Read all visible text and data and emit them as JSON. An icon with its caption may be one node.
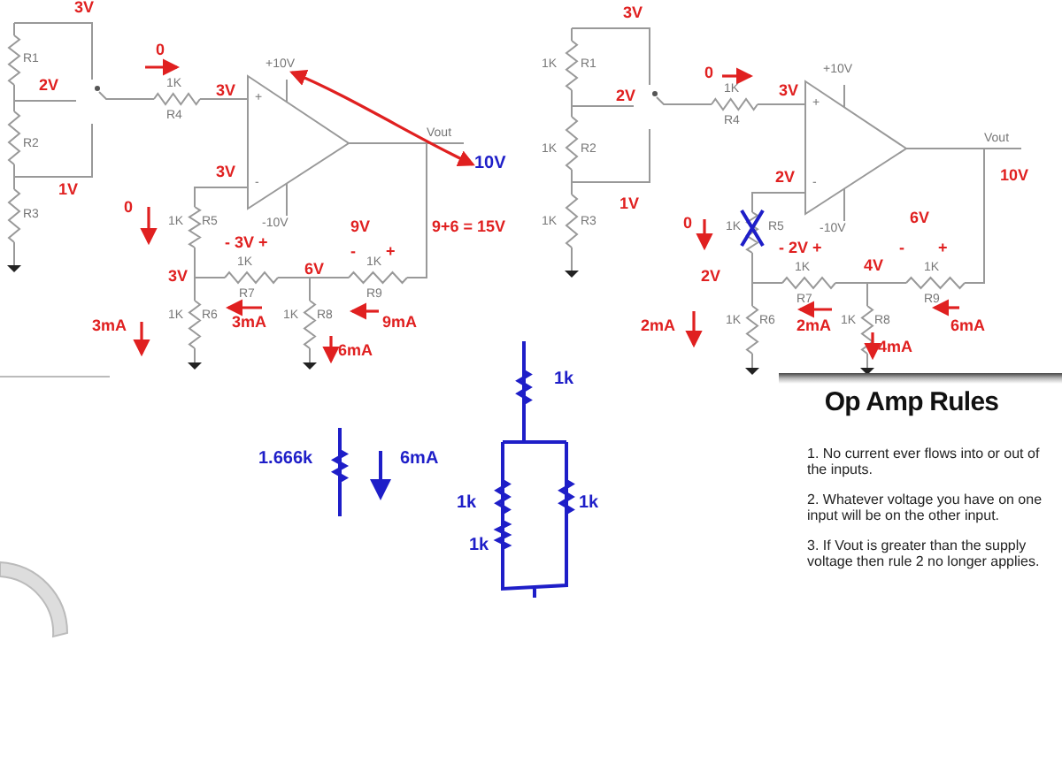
{
  "diagram": {
    "nodes": [
      {
        "text": [
          "Op Amp Rules",
          "1. No current ever flows into or out of the inputs.",
          "2. Whatever voltage you have on one input will be on the other input.",
          "3. If Vout is greater than the supply voltage then rule 2 no longer applies."
        ]
      },
      {
        "text": [
          "+10V"
        ]
      },
      {
        "text": [
          "10V"
        ]
      }
    ],
    "edges": [
      {
        "from": 1,
        "to": 2,
        "arrow": "both"
      }
    ],
    "labels": [
      "3V",
      "R1",
      "0",
      "2V",
      "1K",
      "3V",
      "+",
      "R4",
      "Vout",
      "R2",
      "3V",
      "1V",
      "-",
      "R3",
      "0",
      "1K",
      "R5",
      "-10V",
      "9V",
      "9+6 = 15V",
      "- 3V +",
      "-",
      "+",
      "3V",
      "1K",
      "6V",
      "1K",
      "R7",
      "R9",
      "3mA",
      "1K",
      "R6",
      "3mA",
      "1K",
      "R8",
      "9mA",
      "6mA",
      "3V",
      "1K",
      "R1",
      "0",
      "+10V",
      "2V",
      "1K",
      "3V",
      "+",
      "R4",
      "Vout",
      "1K",
      "R2",
      "2V",
      "-",
      "10V",
      "1V",
      "1K",
      "R3",
      "0",
      "1K",
      "R5",
      "-10V",
      "6V",
      "- 2V +",
      "-",
      "+",
      "2V",
      "1K",
      "4V",
      "1K",
      "R7",
      "R9",
      "2mA",
      "1K",
      "R6",
      "2mA",
      "1K",
      "R8",
      "6mA",
      "4mA",
      "1k",
      "1.666k",
      "6mA",
      "1k",
      "1k",
      "1k"
    ]
  }
}
